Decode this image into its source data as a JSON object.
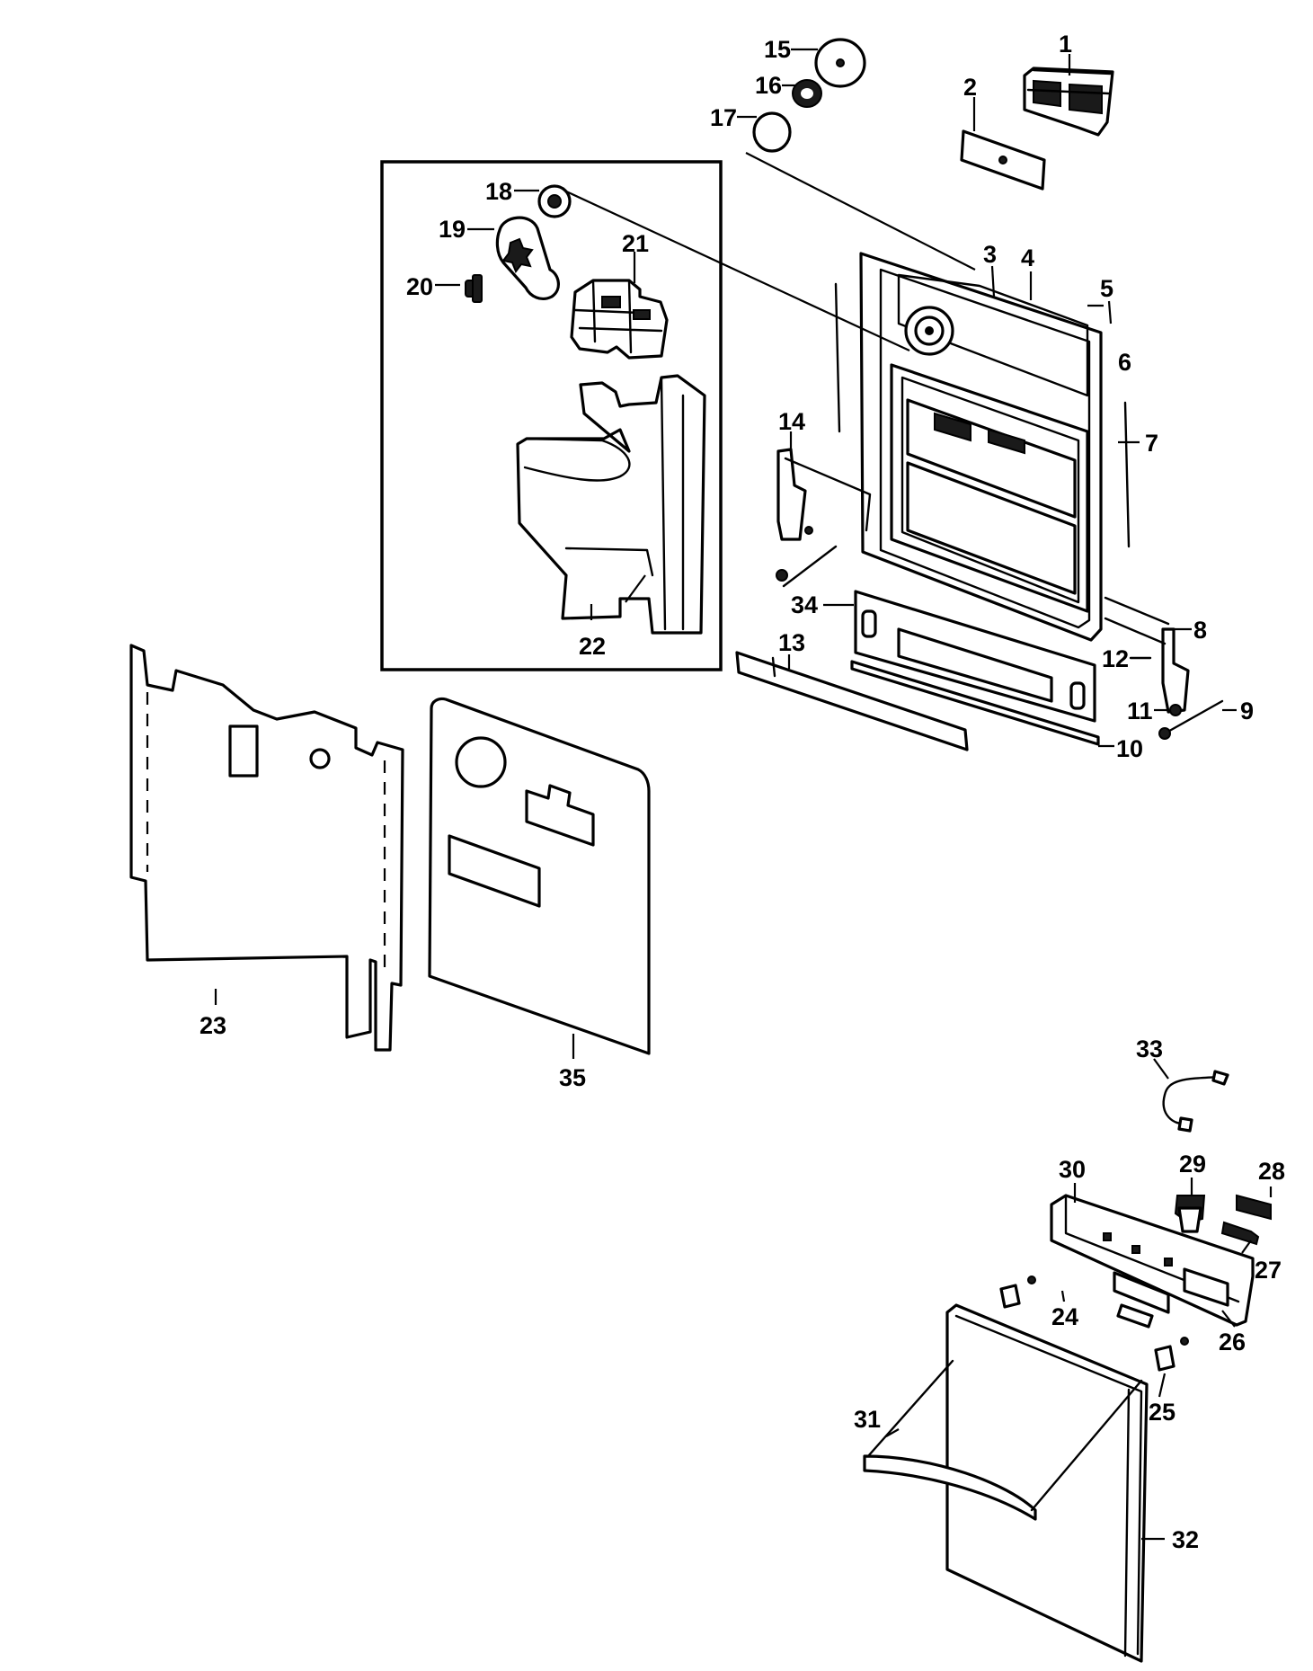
{
  "callouts": [
    "1",
    "2",
    "3",
    "4",
    "5",
    "6",
    "7",
    "8",
    "9",
    "10",
    "11",
    "12",
    "13",
    "14",
    "15",
    "16",
    "17",
    "18",
    "19",
    "20",
    "21",
    "22",
    "23",
    "24",
    "25",
    "26",
    "27",
    "28",
    "29",
    "30",
    "31",
    "32",
    "33",
    "34",
    "35"
  ],
  "colors": {
    "line": "#000000",
    "background": "#ffffff"
  }
}
